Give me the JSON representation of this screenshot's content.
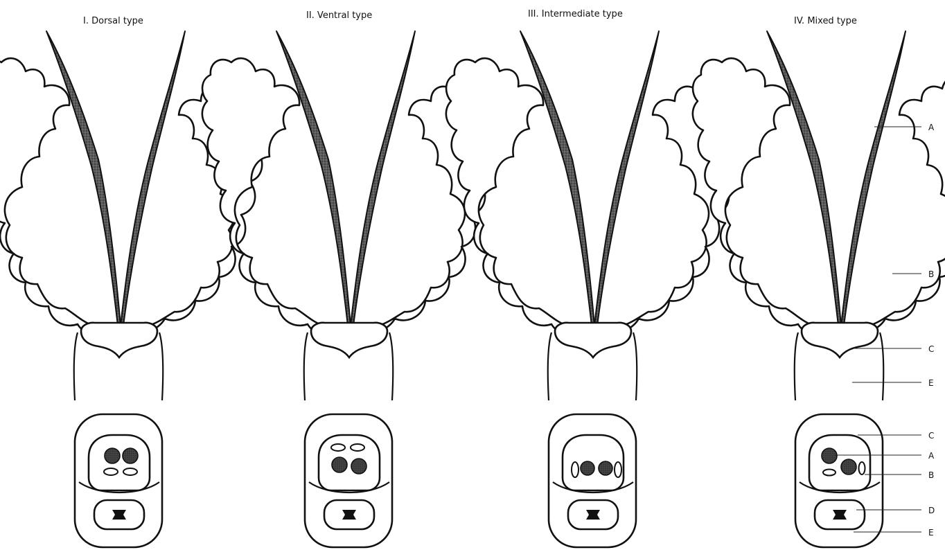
{
  "panels": [
    {
      "title": "I.  Dorsal type"
    },
    {
      "title": "II.  Ventral type"
    },
    {
      "title": "III.  Intermediate type"
    },
    {
      "title": "IV.  Mixed type"
    }
  ],
  "labels": {
    "top_A": "A",
    "top_B": "B",
    "top_C": "C",
    "top_E": "E",
    "bot_C": "C",
    "bot_A": "A",
    "bot_B": "B",
    "bot_D": "D",
    "bot_E": "E"
  }
}
